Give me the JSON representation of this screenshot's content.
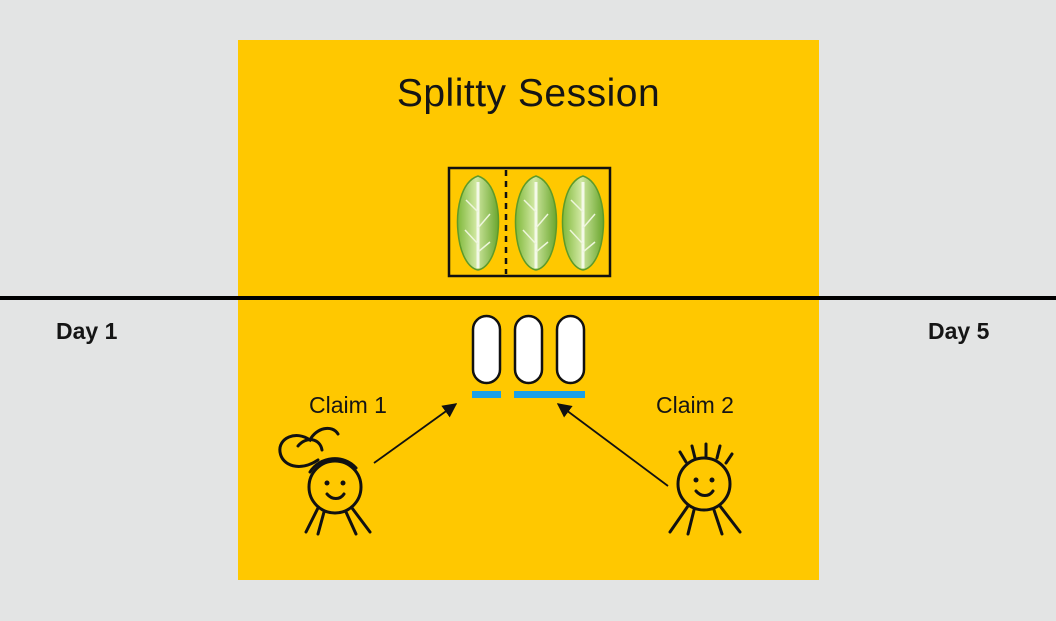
{
  "diagram": {
    "title": "Splitty Session",
    "timeline": {
      "start_label": "Day 1",
      "end_label": "Day 5"
    },
    "claims": [
      {
        "label": "Claim 1",
        "slots": 1
      },
      {
        "label": "Claim 2",
        "slots": 2
      }
    ],
    "items": {
      "icon": "romaine-lettuce-icon",
      "count": 3
    },
    "slots": {
      "count": 3
    },
    "colors": {
      "background": "#e3e4e4",
      "panel": "#ffc800",
      "claim_bar": "#1aa0e8",
      "line": "#000000",
      "lettuce": "#8cc63f"
    }
  }
}
